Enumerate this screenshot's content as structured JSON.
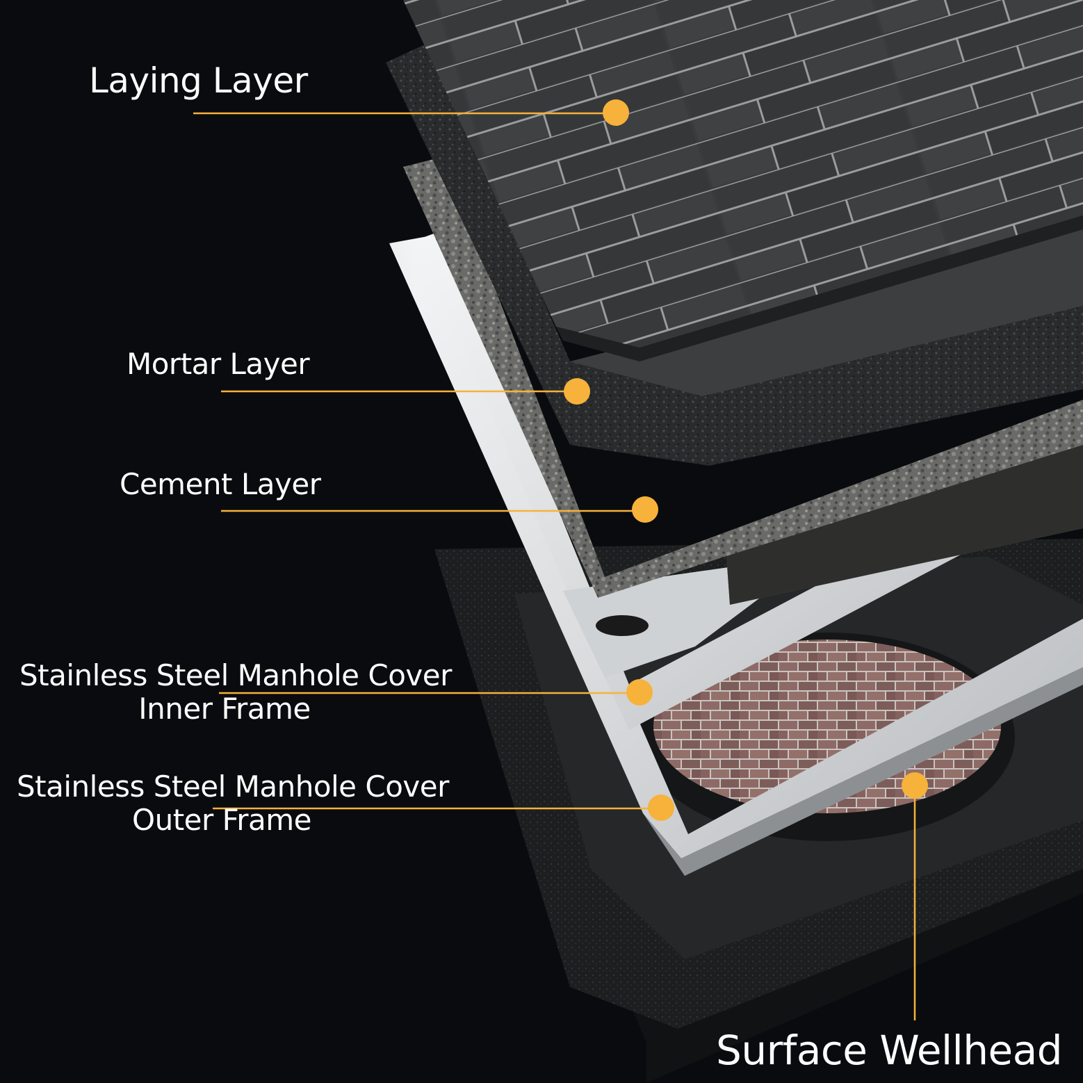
{
  "diagram": {
    "accent_color": "#f7b23b",
    "labels": {
      "laying_layer": "Laying Layer",
      "mortar_layer": "Mortar Layer",
      "cement_layer": "Cement Layer",
      "inner_frame_line1": "Stainless Steel Manhole Cover",
      "inner_frame_line2": "Inner Frame",
      "outer_frame_line1": "Stainless Steel Manhole Cover",
      "outer_frame_line2": "Outer Frame",
      "surface_wellhead": "Surface Wellhead"
    }
  }
}
